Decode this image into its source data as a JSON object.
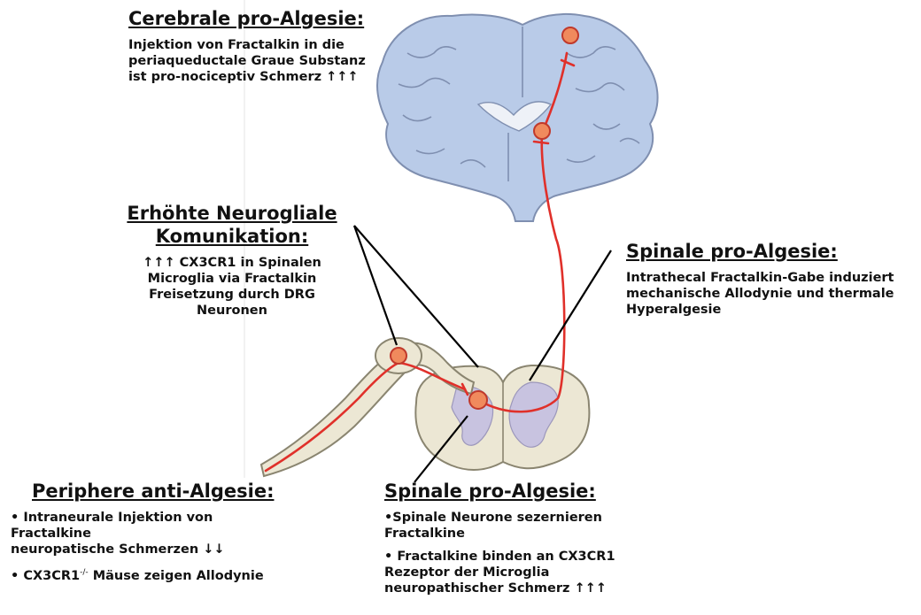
{
  "colors": {
    "brain_fill": "#b9cbe8",
    "brain_outline": "#7f8fb0",
    "nerve_red": "#e0302a",
    "neuron_fill": "#f08a5d",
    "cord_outer": "#ece7d4",
    "cord_grey_matter": "#c8c3e0",
    "pointer_lines": "#000000"
  },
  "cerebral": {
    "title": "Cerebrale pro-Algesie:",
    "lines": [
      "Injektion von Fractalkin in die",
      "periaqueductale Graue Substanz",
      "ist pro-nociceptiv Schmerz ↑↑↑"
    ]
  },
  "neuroglial": {
    "title_line1": "Erhöhte Neurogliale",
    "title_line2": "Komunikation:",
    "lines": [
      "↑↑↑ CX3CR1 in Spinalen",
      "Microglia via Fractalkin",
      "Freisetzung durch DRG",
      "Neuronen"
    ]
  },
  "spinal_right": {
    "title": "Spinale pro-Algesie:",
    "lines": [
      "Intrathecal Fractalkin-Gabe induziert",
      "mechanische Allodynie und thermale",
      "Hyperalgesie"
    ]
  },
  "peripheral": {
    "title": "Periphere anti-Algesie:",
    "b1_lines": [
      "• Intraneurale Injektion von",
      "Fractalkine",
      "neuropatische Schmerzen ↓↓"
    ],
    "b2_prefix": "• CX3CR1",
    "b2_sup": "-/-",
    "b2_suffix": " Mäuse zeigen Allodynie"
  },
  "spinal_bottom": {
    "title": "Spinale pro-Algesie:",
    "b1_lines": [
      "•Spinale Neurone sezernieren",
      "Fractalkine"
    ],
    "b2_lines": [
      "• Fractalkine binden an CX3CR1",
      "Rezeptor der Microglia",
      "neuropathischer Schmerz ↑↑↑"
    ]
  }
}
